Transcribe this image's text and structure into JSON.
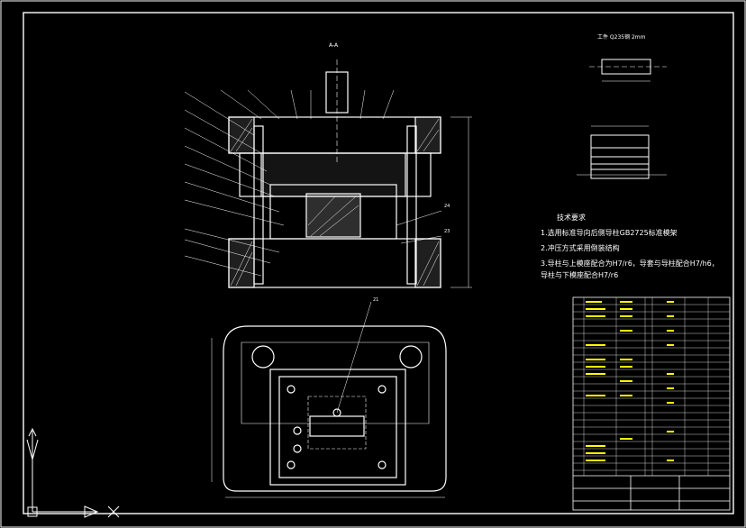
{
  "drawing": {
    "section_label": "A-A",
    "tech_requirements": {
      "heading": "技术要求",
      "items": [
        "1.选用标准导向后侧导柱GB2725标准模架",
        "2.冲压方式采用倒装结构",
        "3.导柱与上模座配合为H7/r6，导套与导柱配合H7/h6，",
        "  导柱与下模座配合H7/r6"
      ]
    },
    "part_note": "工件  Q235钢  2mm",
    "balloon_numbers": [
      "24",
      "23",
      "21"
    ]
  }
}
